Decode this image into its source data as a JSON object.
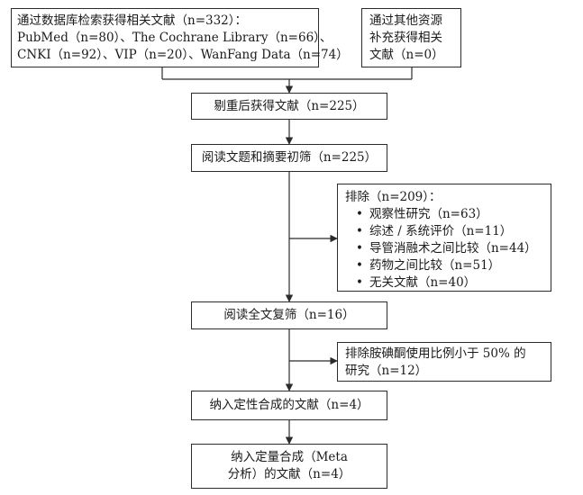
{
  "search": {
    "db_lines": [
      "通过数据库检索获得相关文献（n=332）：",
      "PubMed（n=80）、The Cochrane Library（n=66）、",
      "CNKI（n=92）、VIP（n=20）、WanFang Data（n=74）"
    ],
    "other_lines": [
      "通过其他资源",
      "补充获得相关",
      "文献（n=0）"
    ]
  },
  "dedup": "剔重后获得文献（n=225）",
  "screen": "阅读文题和摘要初筛（n=225）",
  "exclude1": {
    "title": "排除（n=209）：",
    "items": [
      "观察性研究（n=63）",
      "综述 / 系统评价（n=11）",
      "导管消融术之间比较（n=44）",
      "药物之间比较（n=51）",
      "无关文献（n=40）"
    ]
  },
  "fulltext": "阅读全文复筛（n=16）",
  "exclude2": [
    "排除胺碘酮使用比例小于 50% 的",
    "研究（n=12）"
  ],
  "qualitative": "纳入定性合成的文献（n=4）",
  "quantitative": [
    "纳入定量合成（Meta",
    "分析）的文献（n=4）"
  ]
}
